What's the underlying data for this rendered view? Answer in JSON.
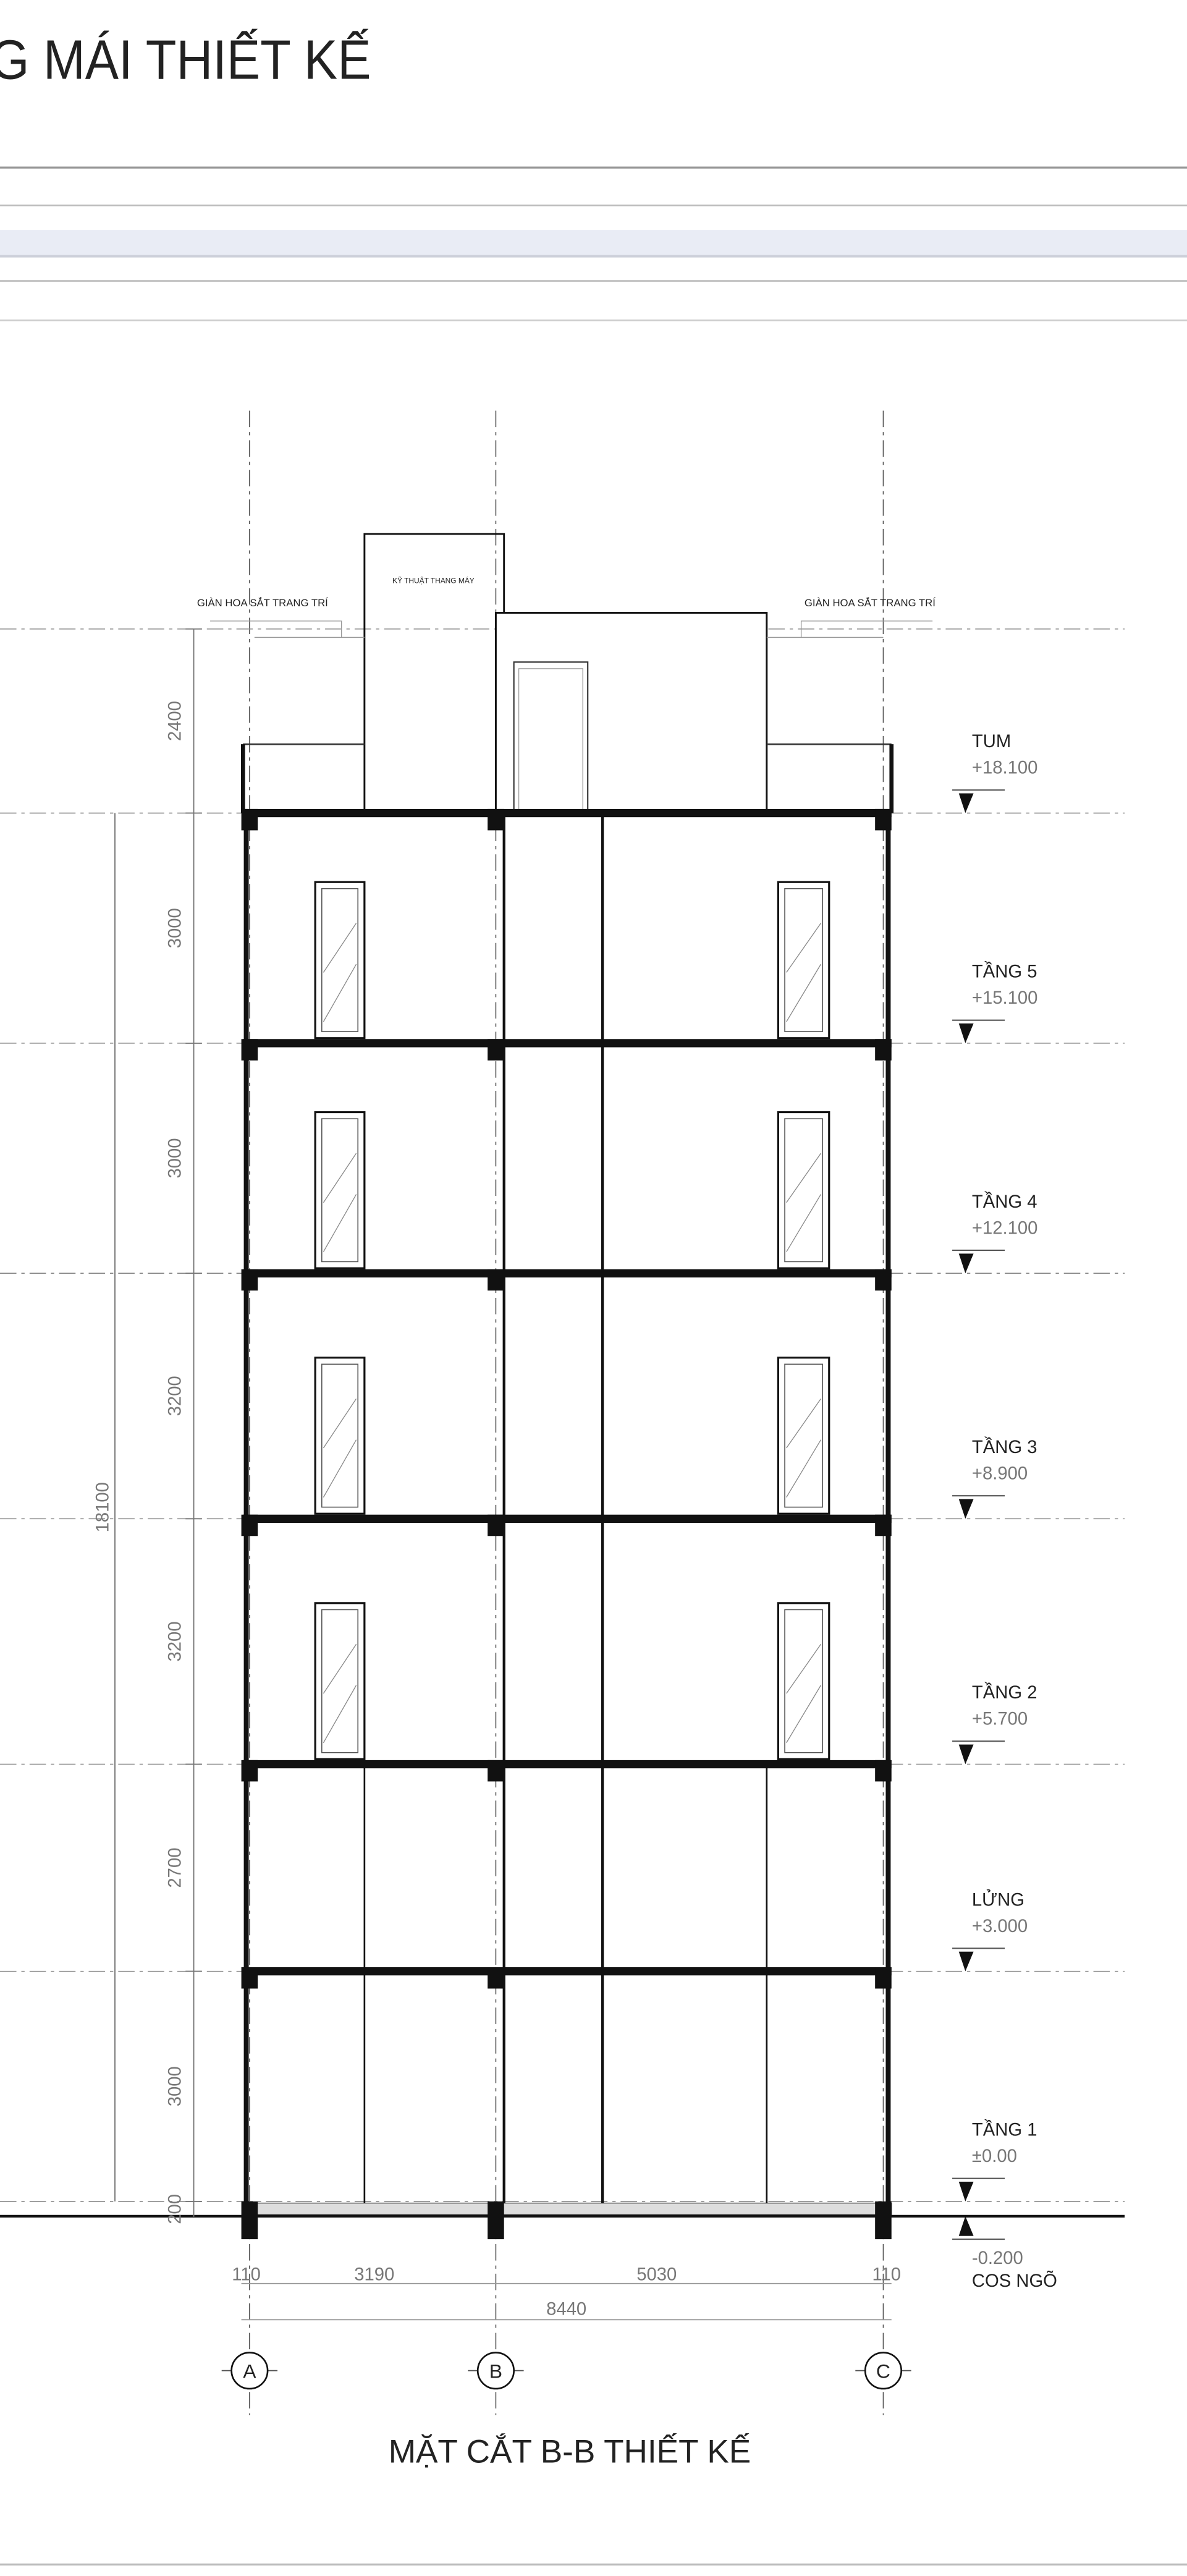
{
  "page_title_fragment": "G MÁI THIẾT KẾ",
  "drawing_title": "MẶT CẮT B-B THIẾT KẾ",
  "roof_labels": {
    "left_trellis": "GIÀN HOA SẮT TRANG TRÍ",
    "right_trellis": "GIÀN HOA SẮT TRANG TRÍ",
    "elevator_machine_room": "KỸ THUẬT THANG MÁY"
  },
  "levels": [
    {
      "name": "TUM",
      "elevation": "+18.100",
      "value_m": 18.1
    },
    {
      "name": "TẦNG 5",
      "elevation": "+15.100",
      "value_m": 15.1
    },
    {
      "name": "TẦNG 4",
      "elevation": "+12.100",
      "value_m": 12.1
    },
    {
      "name": "TẦNG 3",
      "elevation": "+8.900",
      "value_m": 8.9
    },
    {
      "name": "TẦNG 2",
      "elevation": "+5.700",
      "value_m": 5.7
    },
    {
      "name": "LỬNG",
      "elevation": "+3.000",
      "value_m": 3.0
    },
    {
      "name": "TẦNG 1",
      "elevation": "±0.00",
      "value_m": 0.0
    }
  ],
  "ground_level": {
    "elevation": "-0.200",
    "name": "COS NGÕ"
  },
  "vertical_dimensions": [
    "2400",
    "3000",
    "3000",
    "3200",
    "3200",
    "2700",
    "3000",
    "200"
  ],
  "overall_height": "18100",
  "horizontal_dimensions": [
    "110",
    "3190",
    "5030",
    "110"
  ],
  "overall_width": "8440",
  "grid_axes": [
    "A",
    "B",
    "C"
  ],
  "colors": {
    "line": "#111111",
    "dim": "#777777",
    "band": "#e4e7f0"
  }
}
